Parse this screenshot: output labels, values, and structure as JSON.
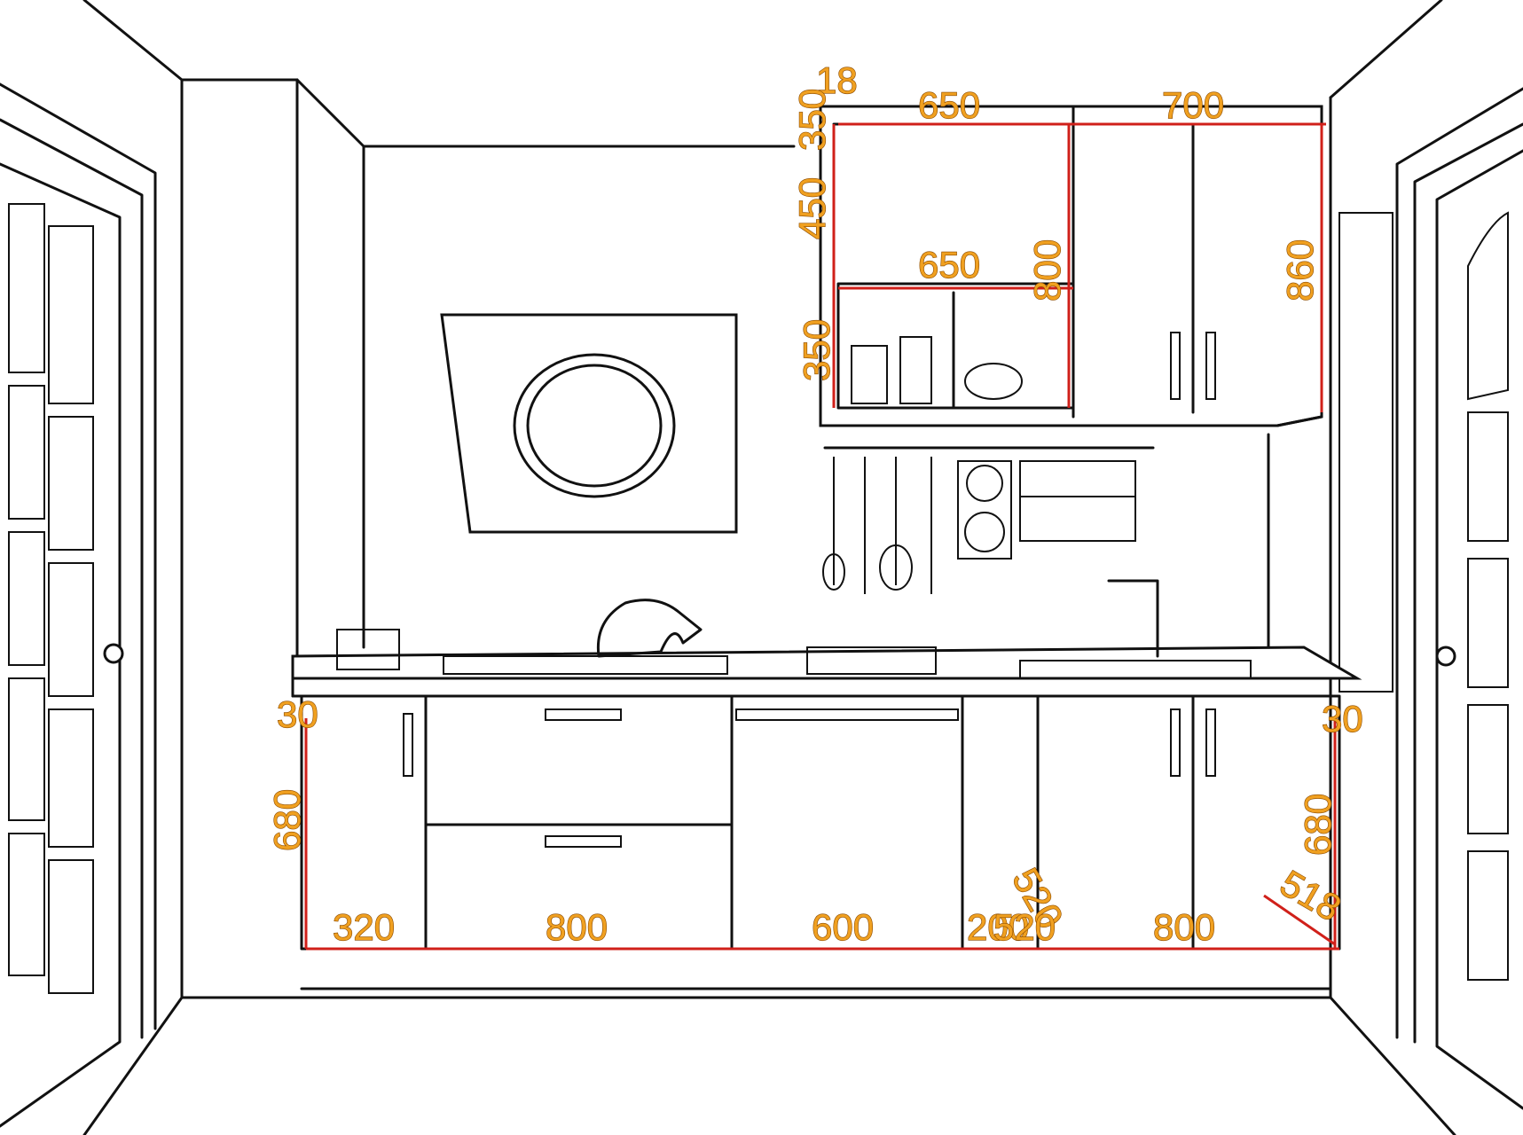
{
  "dimensions": {
    "wall_top_18": "18",
    "wall_top_350": "350",
    "wall_left_450": "450",
    "wall_left_350": "350",
    "wall_width_650": "650",
    "wall_width_700": "700",
    "wall_inner_650": "650",
    "wall_inner_800": "800",
    "wall_right_860": "860",
    "base_left_30": "30",
    "base_right_30": "30",
    "base_left_680": "680",
    "base_right_680": "680",
    "base_320": "320",
    "base_800_a": "800",
    "base_600": "600",
    "base_200": "200",
    "base_520_a": "520",
    "base_520_b": "520",
    "base_800_b": "800",
    "base_518": "518"
  },
  "colors": {
    "line": "#111111",
    "dimension_line": "#d0201a",
    "dimension_text": "#f0a020"
  }
}
